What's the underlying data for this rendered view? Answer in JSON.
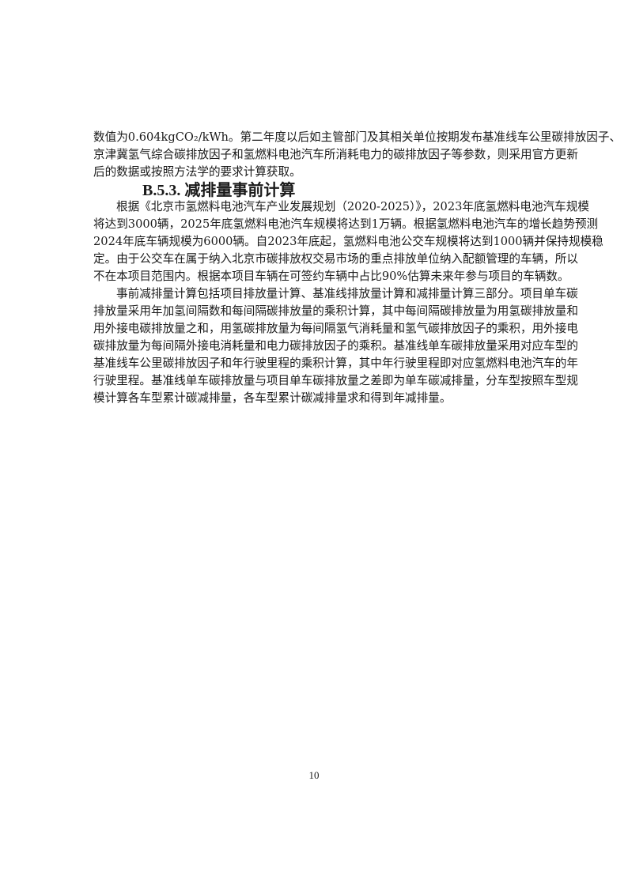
{
  "intro_lines": [
    "数值为0.604kgCO₂/kWh。第二年度以后如主管部门及其相关单位按期发布基准线车公里碳排放因子、",
    "京津冀氢气综合碳排放因子和氢燃料电池汽车所消耗电力的碳排放因子等参数，则采用官方更新",
    "后的数据或按照方法学的要求计算获取。"
  ],
  "section_heading": "B.5.3. 减排量事前计算",
  "paragraph1_lines": [
    "根据《北京市氢燃料电池汽车产业发展规划（2020-2025）》，2023年底氢燃料电池汽车规模",
    "将达到3000辆，2025年底氢燃料电池汽车规模将达到1万辆。根据氢燃料电池汽车的增长趋势预测",
    "2024年底车辆规模为6000辆。自2023年底起，氢燃料电池公交车规模将达到1000辆并保持规模稳",
    "定。由于公交车在属于纳入北京市碳排放权交易市场的重点排放单位纳入配额管理的车辆，所以",
    "不在本项目范围内。根据本项目车辆在可签约车辆中占比90%估算未来年参与项目的车辆数。"
  ],
  "paragraph2_lines": [
    "事前减排量计算包括项目排放量计算、基准线排放量计算和减排量计算三部分。项目单车碳",
    "排放量采用年加氢间隔数和每间隔碳排放量的乘积计算，其中每间隔碳排放量为用氢碳排放量和",
    "用外接电碳排放量之和，用氢碳排放量为每间隔氢气消耗量和氢气碳排放因子的乘积，用外接电",
    "碳排放量为每间隔外接电消耗量和电力碳排放因子的乘积。基准线单车碳排放量采用对应车型的",
    "基准线车公里碳排放因子和年行驶里程的乘积计算，其中年行驶里程即对应氢燃料电池汽车的年",
    "行驶里程。基准线单车碳排放量与项目单车碳排放量之差即为单车碳减排量，分车型按照车型规",
    "模计算各车型累计碳减排量，各车型累计碳减排量求和得到年减排量。"
  ],
  "page_number": "10"
}
